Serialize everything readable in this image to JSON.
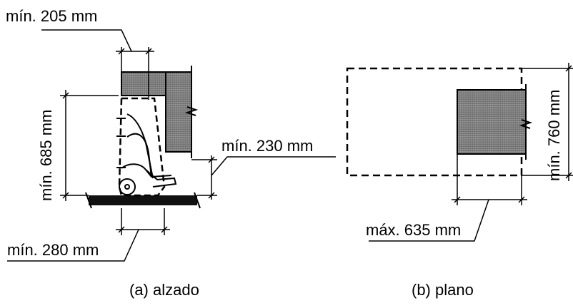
{
  "elevation": {
    "dim_top": "mín. 205 mm",
    "dim_height": "mín. 685 mm",
    "dim_depth": "mín. 230 mm",
    "dim_bottom": "mín. 280 mm",
    "caption": "(a) alzado"
  },
  "plan": {
    "dim_width": "máx. 635 mm",
    "dim_height": "mín. 760 mm",
    "caption": "(b) plano"
  },
  "colors": {
    "line": "#000000",
    "hatch_fill": "#8a8a8a",
    "floor": "#111111"
  }
}
